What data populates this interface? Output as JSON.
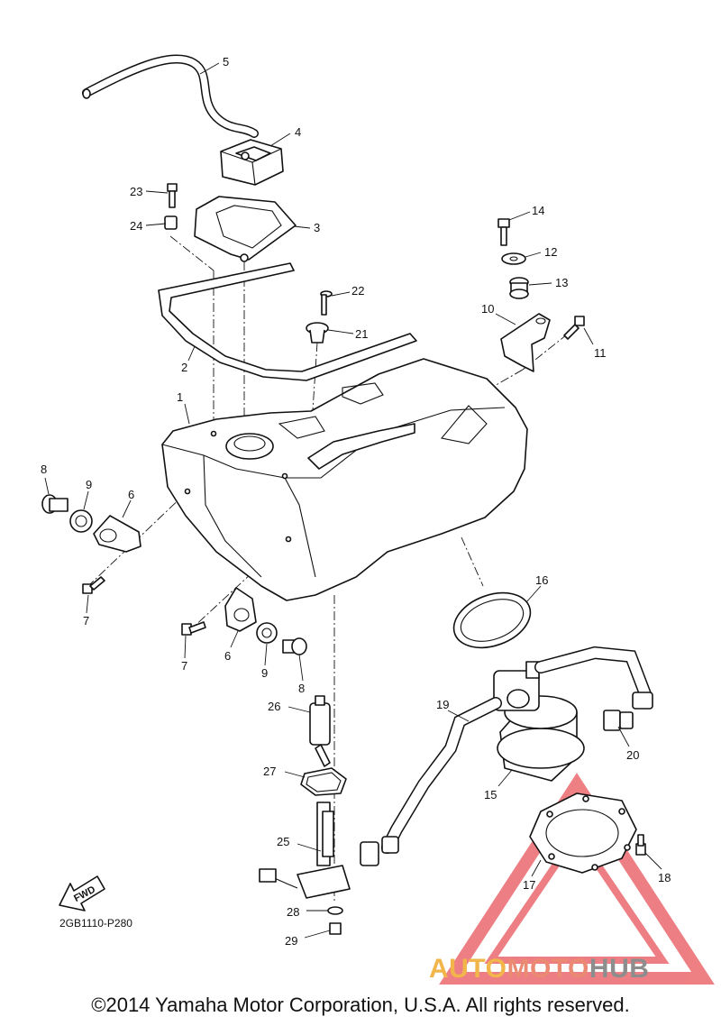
{
  "diagram": {
    "reference_code": "2GB1110-P280",
    "fwd_label": "FWD",
    "copyright": "©2014 Yamaha Motor Corporation, U.S.A. All rights reserved.",
    "watermark": {
      "part1": "AUTO",
      "part2": "MOTO",
      "part3": "HUB",
      "colors": {
        "auto": "#f2b54a",
        "moto": "#ea8a72",
        "hub": "#8d8d8d",
        "triangle": "#e8545a"
      }
    },
    "callouts": [
      {
        "num": "1"
      },
      {
        "num": "2"
      },
      {
        "num": "3"
      },
      {
        "num": "4"
      },
      {
        "num": "5"
      },
      {
        "num": "6"
      },
      {
        "num": "6"
      },
      {
        "num": "7"
      },
      {
        "num": "7"
      },
      {
        "num": "8"
      },
      {
        "num": "8"
      },
      {
        "num": "9"
      },
      {
        "num": "9"
      },
      {
        "num": "10"
      },
      {
        "num": "11"
      },
      {
        "num": "12"
      },
      {
        "num": "13"
      },
      {
        "num": "14"
      },
      {
        "num": "15"
      },
      {
        "num": "16"
      },
      {
        "num": "17"
      },
      {
        "num": "18"
      },
      {
        "num": "19"
      },
      {
        "num": "20"
      },
      {
        "num": "21"
      },
      {
        "num": "22"
      },
      {
        "num": "23"
      },
      {
        "num": "24"
      },
      {
        "num": "25"
      },
      {
        "num": "26"
      },
      {
        "num": "27"
      },
      {
        "num": "28"
      },
      {
        "num": "29"
      }
    ]
  }
}
